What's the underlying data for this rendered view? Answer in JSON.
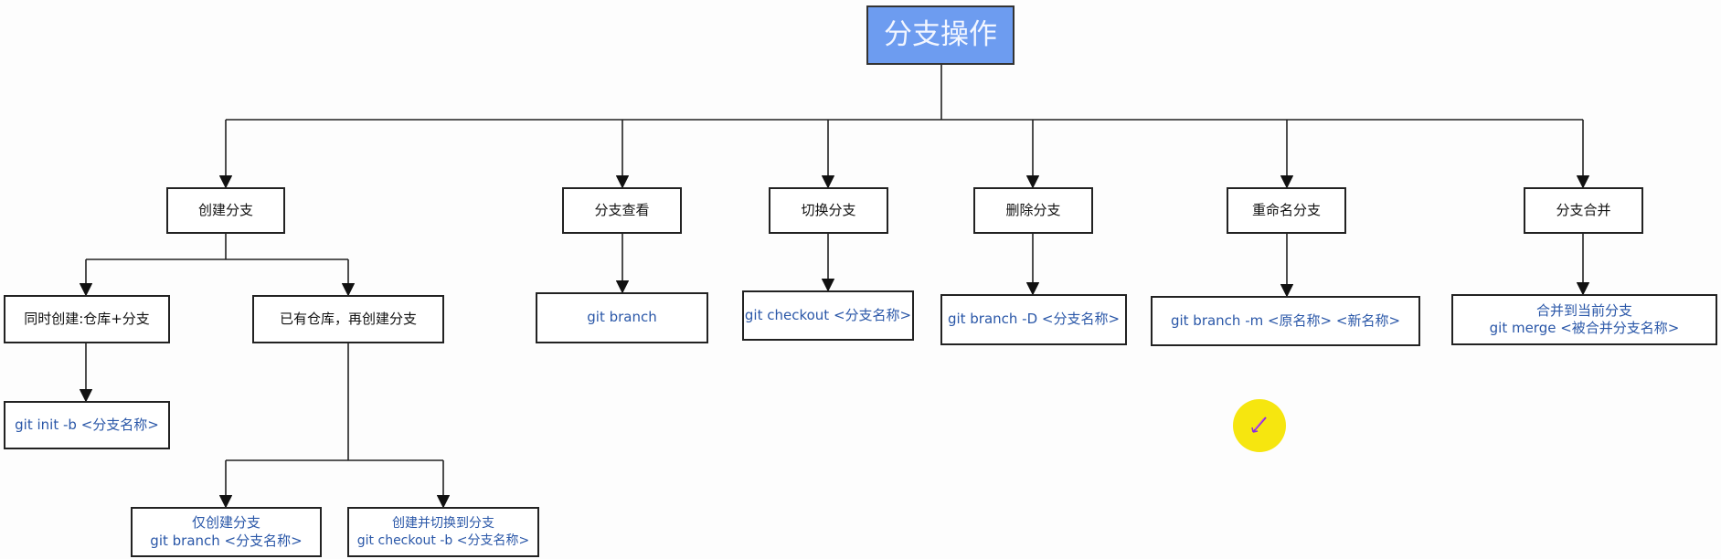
{
  "root": "分支操作",
  "categories": {
    "create": "创建分支",
    "view": "分支查看",
    "switch": "切换分支",
    "delete": "删除分支",
    "rename": "重命名分支",
    "merge": "分支合并"
  },
  "create_sub": {
    "both": "同时创建:仓库+分支",
    "existing": "已有仓库，再创建分支"
  },
  "commands": {
    "init": "git init -b <分支名称>",
    "only_create_title": "仅创建分支",
    "only_create_cmd": "git branch <分支名称>",
    "create_switch_title": "创建并切换到分支",
    "create_switch_cmd": "git checkout -b <分支名称>",
    "view": "git branch",
    "switch": "git checkout <分支名称>",
    "delete": "git branch -D <分支名称>",
    "rename": "git branch -m <原名称> <新名称>",
    "merge_title": "合并到当前分支",
    "merge_cmd": "git merge <被合并分支名称>"
  },
  "colors": {
    "root_fill": "#6d9cf0",
    "command_text": "#2a57a8",
    "cursor_highlight": "#f6e60f"
  }
}
